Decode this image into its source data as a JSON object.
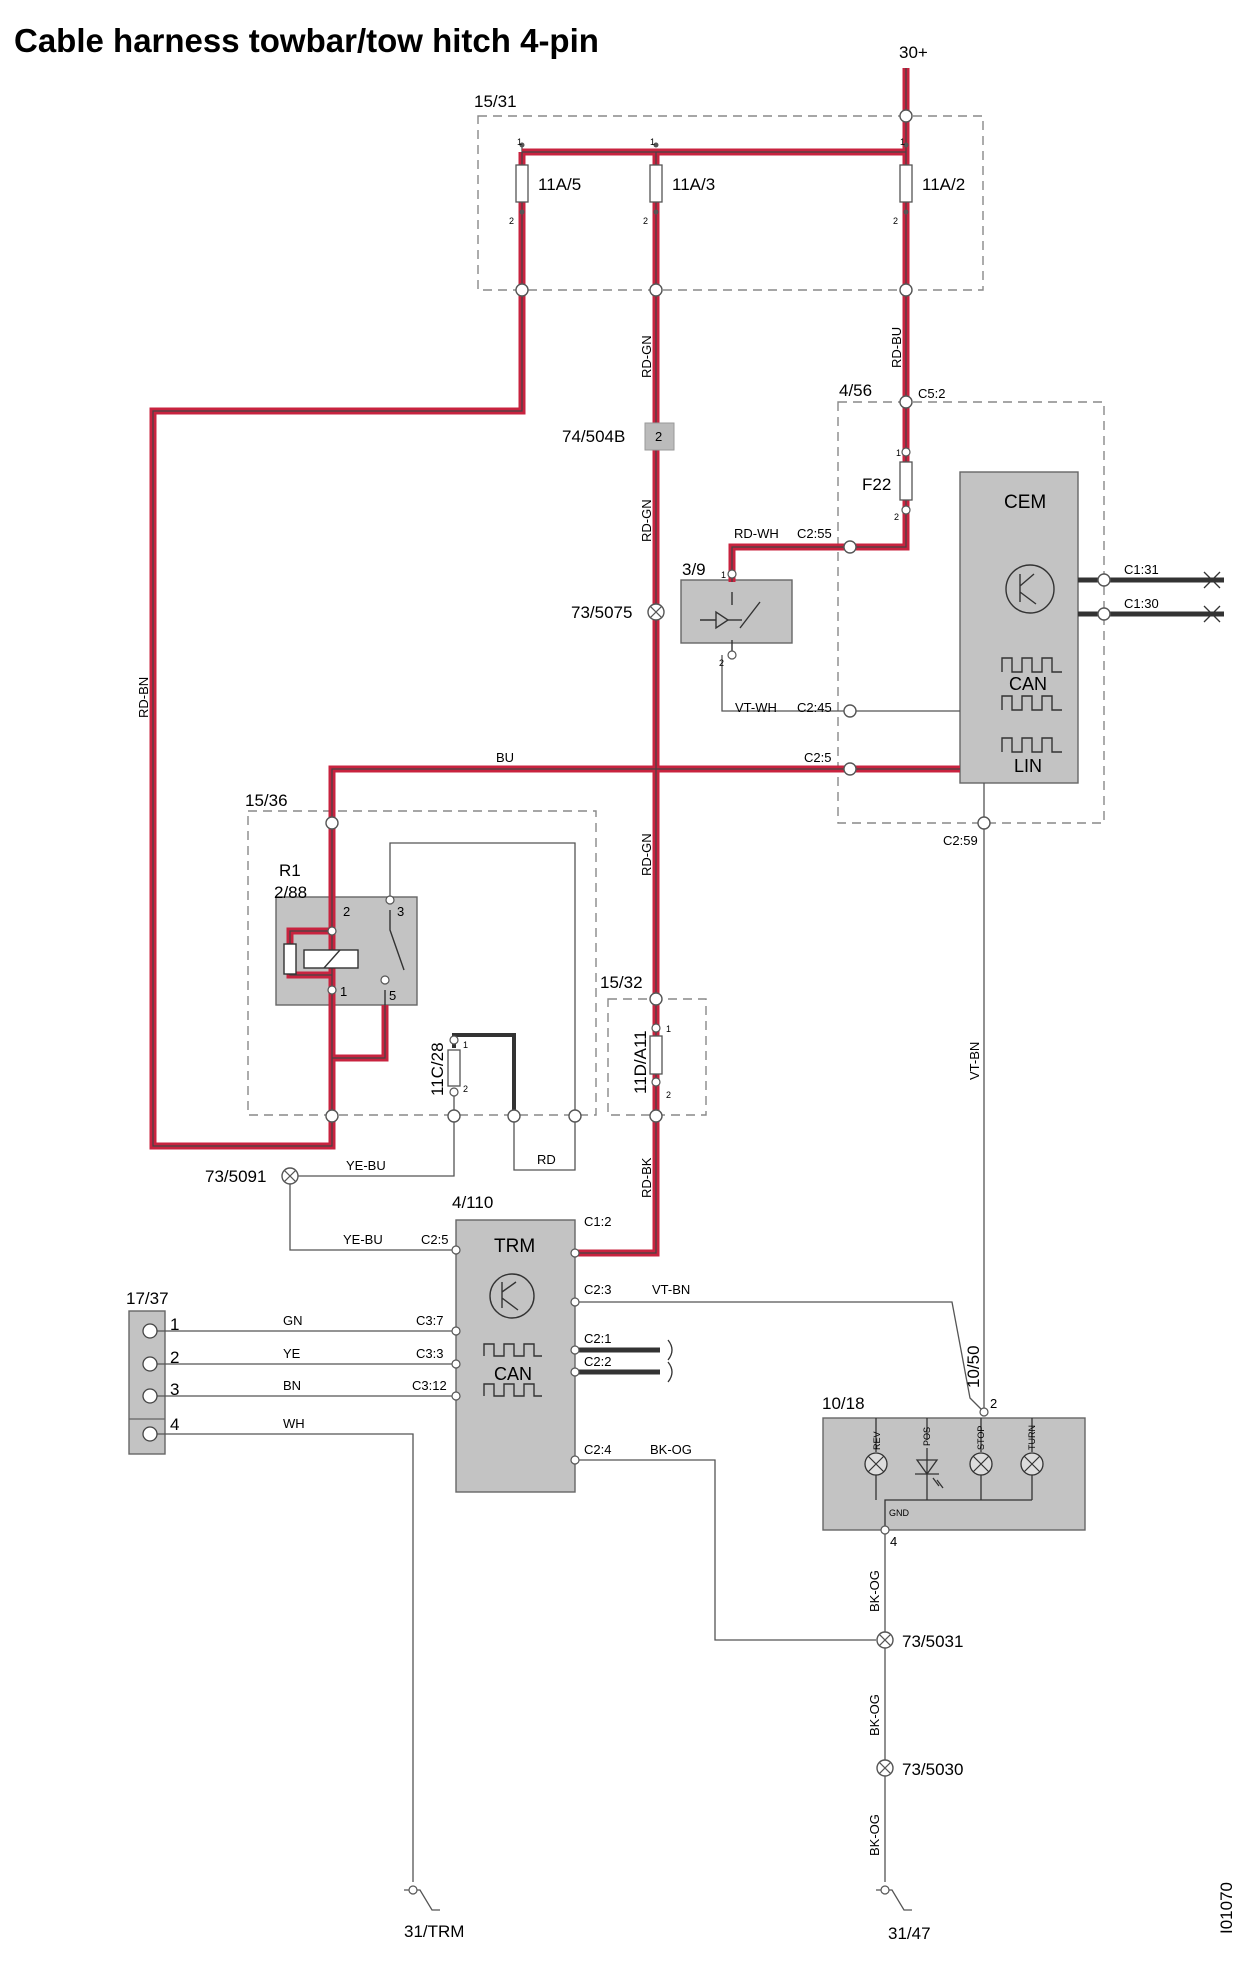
{
  "title": "Cable harness towbar/tow hitch 4-pin",
  "power_label": "30+",
  "doc_id": "I01070",
  "fuse_box": {
    "id": "15/31",
    "fuses": [
      {
        "name": "11A/5",
        "pin_top": "1",
        "pin_bottom": "2"
      },
      {
        "name": "11A/3",
        "pin_top": "1",
        "pin_bottom": "2"
      },
      {
        "name": "11A/2",
        "pin_top": "1",
        "pin_bottom": "2"
      }
    ]
  },
  "wires": {
    "rd_bn": "RD-BN",
    "rd_gn": "RD-GN",
    "rd_bu": "RD-BU",
    "rd_wh": "RD-WH",
    "vt_wh": "VT-WH",
    "bu": "BU",
    "rd_bk": "RD-BK",
    "ye_bu": "YE-BU",
    "rd": "RD",
    "vt_bn": "VT-BN",
    "gn": "GN",
    "ye": "YE",
    "bn": "BN",
    "wh": "WH",
    "bk_og": "BK-OG"
  },
  "connector_74_504b": {
    "id": "74/504B",
    "pin": "2"
  },
  "splices": {
    "s5075": "73/5075",
    "s5091": "73/5091",
    "s5031": "73/5031",
    "s5030": "73/5030"
  },
  "cem": {
    "box_id": "4/56",
    "name": "CEM",
    "can_label": "CAN",
    "lin_label": "LIN",
    "fuse": {
      "name": "F22",
      "pin_top": "1",
      "pin_bottom": "2"
    },
    "pins": {
      "c5_2": "C5:2",
      "c2_55": "C2:55",
      "c2_45": "C2:45",
      "c2_5": "C2:5",
      "c2_59": "C2:59",
      "c1_31": "C1:31",
      "c1_30": "C1:30"
    }
  },
  "switch_3_9": {
    "id": "3/9",
    "pin_top": "1",
    "pin_bottom": "2"
  },
  "relay_box": {
    "id": "15/36",
    "relay_name": "R1",
    "relay_id": "2/88",
    "pins": {
      "p1": "1",
      "p2": "2",
      "p3": "3",
      "p5": "5"
    },
    "fuse": {
      "name": "11C/28",
      "pin_top": "1",
      "pin_bottom": "2"
    }
  },
  "fuse_box_15_32": {
    "id": "15/32",
    "fuse": {
      "name": "11D/A11",
      "pin_top": "1",
      "pin_bottom": "2"
    }
  },
  "trm": {
    "box_id": "4/110",
    "name": "TRM",
    "can_label": "CAN",
    "pins": {
      "c1_2": "C1:2",
      "c2_5": "C2:5",
      "c2_3": "C2:3",
      "c2_1": "C2:1",
      "c2_2": "C2:2",
      "c3_7": "C3:7",
      "c3_3": "C3:3",
      "c3_12": "C3:12",
      "c2_4": "C2:4"
    }
  },
  "socket": {
    "id": "17/37",
    "pins": [
      "1",
      "2",
      "3",
      "4"
    ]
  },
  "lamp_unit": {
    "id": "10/18",
    "connector": "10/50",
    "conn_pin": "2",
    "gnd_pin": "4",
    "gnd_label": "GND",
    "lamps": [
      "REV",
      "POS",
      "STOP",
      "TURN"
    ]
  },
  "grounds": {
    "g_trm": "31/TRM",
    "g_47": "31/47"
  },
  "colors": {
    "power_wire": "#c8233f",
    "signal_wire": "#555555",
    "module_fill": "#c3c3c3"
  }
}
